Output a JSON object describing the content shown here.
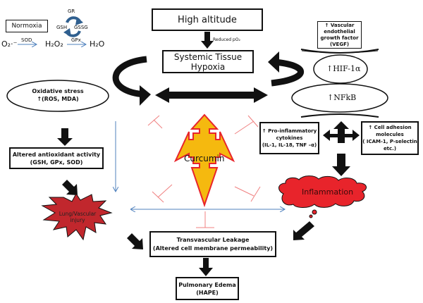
{
  "normoxia": {
    "label": "Normoxia",
    "cycle_top": "GR",
    "cycle_left": "GSH",
    "cycle_right": "GSSG",
    "reaction_start": "O₂·⁻",
    "enzyme1": "SOD",
    "intermediate": "H₂O₂",
    "enzyme2": "GPx",
    "product": "H₂O"
  },
  "high_altitude": "High altitude",
  "reduced_po2": "Reduced pO₂",
  "systemic_hypoxia": {
    "line1": "Systemic Tissue",
    "line2": "Hypoxia"
  },
  "vegf": {
    "line1": "↑ Vascular",
    "line2": "endothelial",
    "line3": "growth factor",
    "line4": "(VEGF)"
  },
  "hif": "↑HIF-1α",
  "nfkb": "↑NFkB",
  "oxidative_stress": {
    "line1": "Oxidative stress",
    "line2": "↑(ROS, MDA)"
  },
  "antioxidant": {
    "line1": "Altered antioxidant activity",
    "line2": "(GSH, GPx, SOD)"
  },
  "cytokines": {
    "line1": "↑ Pro-inflammatory",
    "line2": "cytokines",
    "line3": "(IL-1, IL-18, TNF –α)"
  },
  "adhesion": {
    "line1": "↑ Cell adhesion",
    "line2": "molecules",
    "line3": "( ICAM-1, P-selectin",
    "line4": "etc.)"
  },
  "curcumin": "Curcumin",
  "inflammation": "Inflammation",
  "lung_injury": {
    "line1": "Lung/Vascular",
    "line2": "injury"
  },
  "leakage": {
    "line1": "Transvascular Leakage",
    "line2": "(Altered cell membrane permeability)"
  },
  "edema": {
    "line1": "Pulmonary Edema",
    "line2": "(HAPE)"
  },
  "colors": {
    "curcumin_fill": "#F5B90F",
    "curcumin_stroke": "#E8242B",
    "inflammation_fill": "#E8242B",
    "injury_fill": "#C1272D",
    "inhibit_line": "#F08080",
    "blue_arrow": "#4F81BD",
    "cycle_arrow": "#2F5F8F"
  }
}
